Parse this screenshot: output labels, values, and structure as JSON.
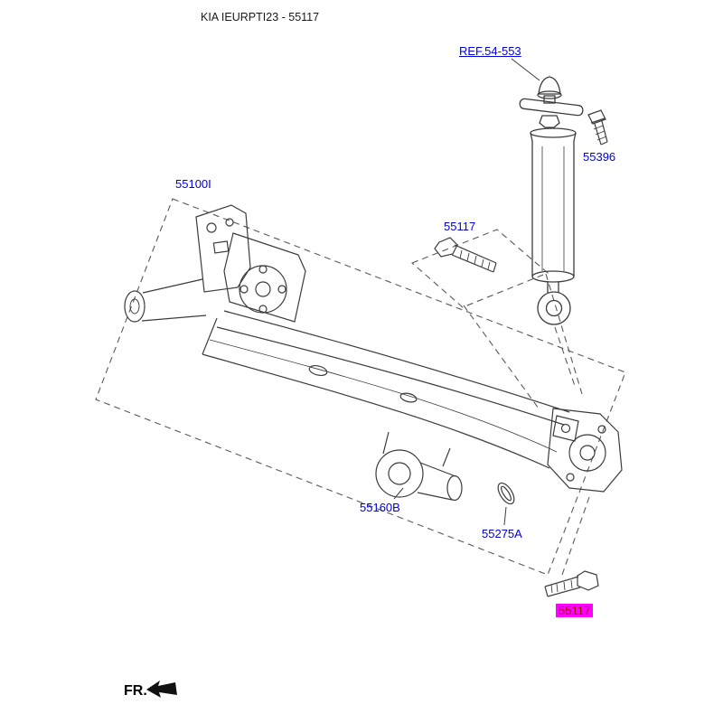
{
  "page": {
    "title": "KIA IEURPTI23 - 55117"
  },
  "colors": {
    "label_blue": "#0000dd",
    "highlight_bg": "#ff00ff",
    "highlight_text": "#990000",
    "line_dark": "#3c3c3c",
    "line_dashed": "#5a5a5a"
  },
  "parts": {
    "ref_shock": {
      "label": "REF.54-553"
    },
    "bolt_shock_mount": {
      "label": "55396"
    },
    "crossmember": {
      "label": "55100I"
    },
    "bolt_upper": {
      "label": "55117"
    },
    "bushing": {
      "label": "55160B"
    },
    "damper_clip": {
      "label": "55275A"
    },
    "bolt_lower_highlighted": {
      "label": "55117",
      "highlighted": true
    }
  },
  "footer": {
    "fr_label": "FR."
  }
}
